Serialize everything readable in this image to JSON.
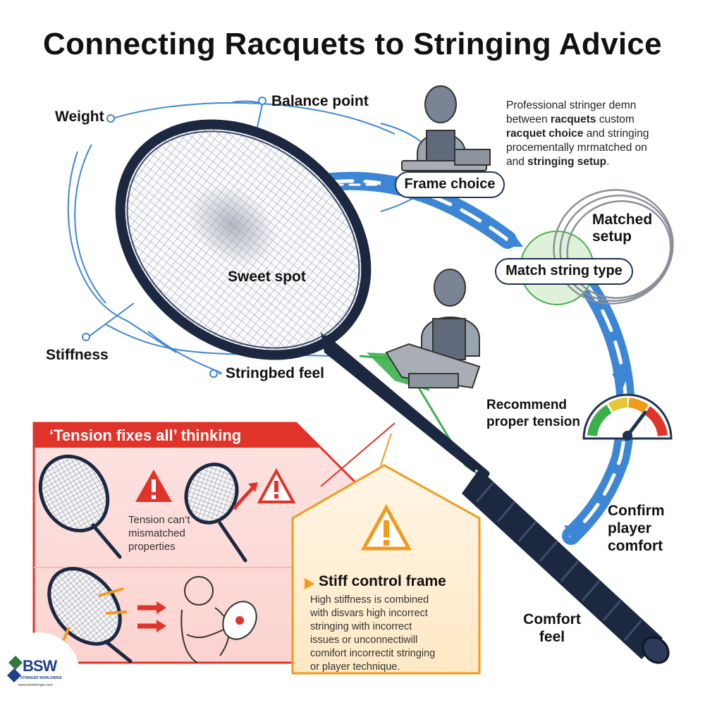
{
  "title": "Connecting Racquets to Stringing Advice",
  "labels": {
    "weight": "Weight",
    "balance_point": "Balance point",
    "sweet_spot": "Sweet spot",
    "stiffness": "Stiffness",
    "stringbed_feel": "Stringbed feel",
    "matched_setup_line1": "Matched",
    "matched_setup_line2": "setup",
    "recommend_line1": "Recommend",
    "recommend_line2": "proper tension",
    "confirm_line1": "Confirm",
    "confirm_line2": "player",
    "confirm_line3": "comfort",
    "comfort_line1": "Comfort",
    "comfort_line2": "feel"
  },
  "steps": {
    "frame_choice": "Frame choice",
    "match_string_type": "Match string type"
  },
  "intro": {
    "line1": "Professional stringer demn",
    "line2_a": "between ",
    "line2_b": "racquets",
    "line2_c": " custom",
    "line3_a": "racquet choice",
    "line3_b": " and stringing",
    "line4": "procementally mrmatched on",
    "line5_a": "and ",
    "line5_b": "stringing setup",
    "line5_c": "."
  },
  "warning_panel": {
    "title": "‘Tension fixes all’ thinking",
    "text_line1": "Tension can’t",
    "text_line2": "mismatched",
    "text_line3": "properties"
  },
  "stiff_panel": {
    "title": "Stiff control frame",
    "line1": "High stiffness is combined",
    "line2": "with disvars high incorrect",
    "line3": "stringing with incorrect",
    "line4": "issues or unconnectiwill",
    "line5": "comifort incorrectit stringing",
    "line6": "or player technique."
  },
  "logo": {
    "mark": "BSW",
    "tagline": "BEST STRINGER WORLDWIDE",
    "url": "www.beststringer.com"
  },
  "colors": {
    "flow_blue": "#3d86d6",
    "warning_red": "#e0342a",
    "caution_orange": "#f29a1c",
    "frame_navy": "#1c2740",
    "guide_green": "#3bb04a"
  }
}
